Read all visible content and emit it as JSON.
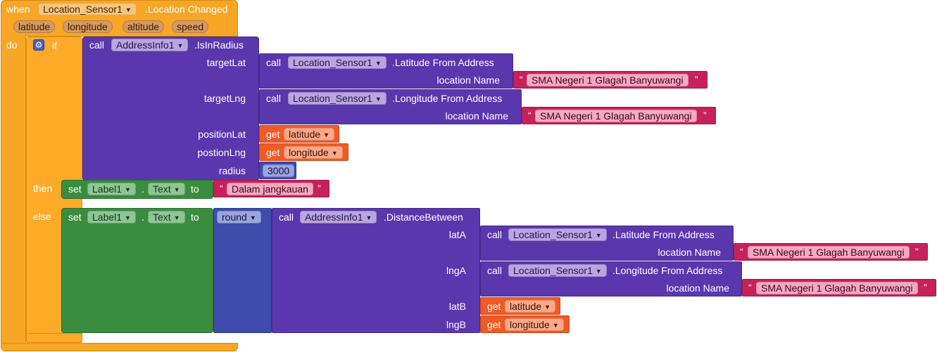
{
  "event": {
    "when": "when",
    "component": "Location_Sensor1",
    "event_name": ".Location Changed",
    "params": [
      "latitude",
      "longitude",
      "altitude",
      "speed"
    ],
    "do": "do"
  },
  "if_block": {
    "if": "if",
    "then": "then",
    "else": "else"
  },
  "is_in_radius": {
    "call": "call",
    "component": "AddressInfo1",
    "method": ".IsInRadius",
    "target_lat": "targetLat",
    "target_lng": "targetLng",
    "position_lat": "positionLat",
    "position_lng": "postionLng",
    "radius": "radius",
    "radius_value": "3000"
  },
  "lat_from_address_1": {
    "call": "call",
    "component": "Location_Sensor1",
    "method": ".Latitude From Address",
    "param_label": "location Name",
    "value": "SMA Negeri 1 Glagah Banyuwangi"
  },
  "lng_from_address_1": {
    "call": "call",
    "component": "Location_Sensor1",
    "method": ".Longitude From Address",
    "param_label": "location Name",
    "value": "SMA Negeri 1 Glagah Banyuwangi"
  },
  "get_latitude": {
    "get": "get",
    "var": "latitude"
  },
  "get_longitude": {
    "get": "get",
    "var": "longitude"
  },
  "set_then": {
    "set": "set",
    "component": "Label1",
    "dot": ".",
    "property": "Text",
    "to": "to",
    "value": "Dalam jangkauan"
  },
  "set_else": {
    "set": "set",
    "component": "Label1",
    "dot": ".",
    "property": "Text",
    "to": "to",
    "round": "round"
  },
  "distance_between": {
    "call": "call",
    "component": "AddressInfo1",
    "method": ".DistanceBetween",
    "lat_a": "latA",
    "lng_a": "lngA",
    "lat_b": "latB",
    "lng_b": "lngB"
  },
  "lat_from_address_2": {
    "call": "call",
    "component": "Location_Sensor1",
    "method": ".Latitude From Address",
    "param_label": "location Name",
    "value": "SMA Negeri 1 Glagah Banyuwangi"
  },
  "lng_from_address_2": {
    "call": "call",
    "component": "Location_Sensor1",
    "method": ".Longitude From Address",
    "param_label": "location Name",
    "value": "SMA Negeri 1 Glagah Banyuwangi"
  },
  "get_latitude_2": {
    "get": "get",
    "var": "latitude"
  },
  "get_longitude_2": {
    "get": "get",
    "var": "longitude"
  },
  "quote_open": "“",
  "quote_close": "”",
  "dropdown_caret": "▼",
  "colors": {
    "event": "#f7a626",
    "procedure": "#5b37ae",
    "setter": "#3a8c3f",
    "math": "#3f4cab",
    "variable": "#f05a24",
    "text": "#c6215b"
  }
}
